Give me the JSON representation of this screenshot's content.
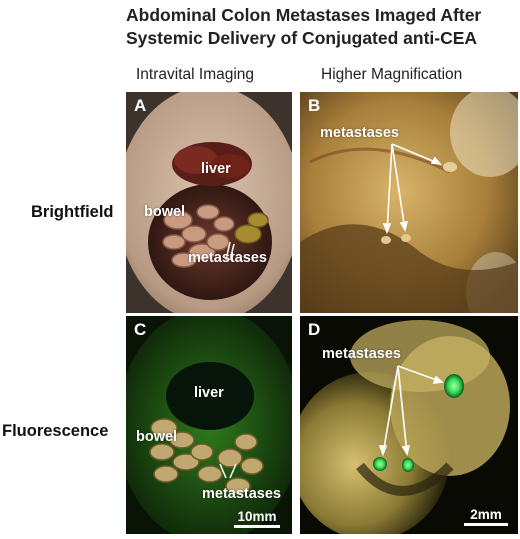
{
  "title_line1": "Abdominal Colon Metastases Imaged After",
  "title_line2": "Systemic Delivery of Conjugated anti-CEA",
  "columns": {
    "left": "Intravital Imaging",
    "right": "Higher Magnification"
  },
  "rows": {
    "top": "Brightfield",
    "bottom": "Fluorescence"
  },
  "panels": {
    "A": {
      "letter": "A",
      "liver": "liver",
      "bowel": "bowel",
      "metastases": "metastases"
    },
    "B": {
      "letter": "B",
      "metastases": "metastases"
    },
    "C": {
      "letter": "C",
      "liver": "liver",
      "bowel": "bowel",
      "metastases": "metastases",
      "scale": "10mm"
    },
    "D": {
      "letter": "D",
      "metastases": "metastases",
      "scale": "2mm"
    }
  },
  "colors": {
    "fluorescence": "#39e05a",
    "annotation": "#ffffff"
  }
}
